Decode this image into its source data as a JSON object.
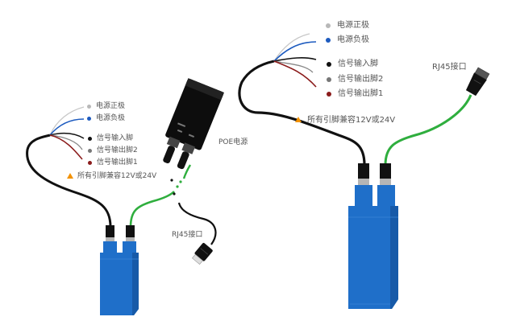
{
  "colors": {
    "sensor_body": "#1f6fc9",
    "sensor_shadow": "#175aa8",
    "green_cable": "#2fae3e",
    "black_cable": "#111111",
    "warning": "#f39200",
    "power_pos": "#b8b8b8",
    "power_neg": "#1d5bbf",
    "signal_in": "#111111",
    "signal_out2": "#777777",
    "signal_out1": "#8b1c1c"
  },
  "diagram_left": {
    "title": "POE供电接线",
    "wires": [
      {
        "label": "电源正极",
        "color_key": "power_pos"
      },
      {
        "label": "电源负极",
        "color_key": "power_neg"
      },
      {
        "label": "信号输入脚",
        "color_key": "signal_in"
      },
      {
        "label": "信号输出脚2",
        "color_key": "signal_out2"
      },
      {
        "label": "信号输出脚1",
        "color_key": "signal_out1"
      }
    ],
    "note": "所有引脚兼容12V或24V",
    "poe_label": "POE电源",
    "rj45_label": "RJ45接口"
  },
  "diagram_right": {
    "title": "直连接线",
    "wires": [
      {
        "label": "电源正极",
        "color_key": "power_pos"
      },
      {
        "label": "电源负极",
        "color_key": "power_neg"
      },
      {
        "label": "信号输入脚",
        "color_key": "signal_in"
      },
      {
        "label": "信号输出脚2",
        "color_key": "signal_out2"
      },
      {
        "label": "信号输出脚1",
        "color_key": "signal_out1"
      }
    ],
    "note": "所有引脚兼容12V或24V",
    "rj45_label": "RJ45接口"
  }
}
